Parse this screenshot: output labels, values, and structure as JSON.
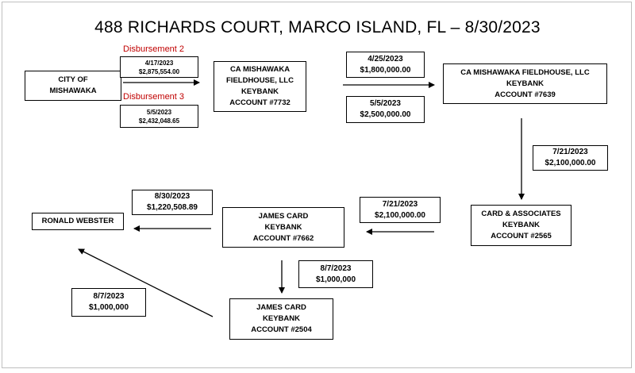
{
  "title": "488 RICHARDS COURT, MARCO ISLAND, FL – 8/30/2023",
  "entities": {
    "city_of_mishawaka": [
      "CITY OF",
      "MISHAWAKA"
    ],
    "ca_mishawaka_7732": [
      "CA MISHAWAKA",
      "FIELDHOUSE, LLC",
      "KEYBANK",
      "ACCOUNT #7732"
    ],
    "ca_mishawaka_7639": [
      "CA MISHAWAKA FIELDHOUSE, LLC",
      "KEYBANK",
      "ACCOUNT #7639"
    ],
    "card_associates_2565": [
      "CARD & ASSOCIATES",
      "KEYBANK",
      "ACCOUNT #2565"
    ],
    "james_card_7662": [
      "JAMES CARD",
      "KEYBANK",
      "ACCOUNT #7662"
    ],
    "james_card_2504": [
      "JAMES CARD",
      "KEYBANK",
      "ACCOUNT #2504"
    ],
    "ronald_webster": [
      "RONALD WEBSTER"
    ]
  },
  "transfers": {
    "disb2": {
      "label": "Disbursement 2",
      "date": "4/17/2023",
      "amount": "$2,875,554.00"
    },
    "disb3": {
      "label": "Disbursement 3",
      "date": "5/5/2023",
      "amount": "$2,432,048.65"
    },
    "t_425": {
      "date": "4/25/2023",
      "amount": "$1,800,000.00"
    },
    "t_55": {
      "date": "5/5/2023",
      "amount": "$2,500,000.00"
    },
    "t_721_a": {
      "date": "7/21/2023",
      "amount": "$2,100,000.00"
    },
    "t_721_b": {
      "date": "7/21/2023",
      "amount": "$2,100,000.00"
    },
    "t_830": {
      "date": "8/30/2023",
      "amount": "$1,220,508.89"
    },
    "t_87_a": {
      "date": "8/7/2023",
      "amount": "$1,000,000"
    },
    "t_87_b": {
      "date": "8/7/2023",
      "amount": "$1,000,000"
    }
  },
  "colors": {
    "disbursement_label": "#c00000",
    "line": "#000000"
  }
}
